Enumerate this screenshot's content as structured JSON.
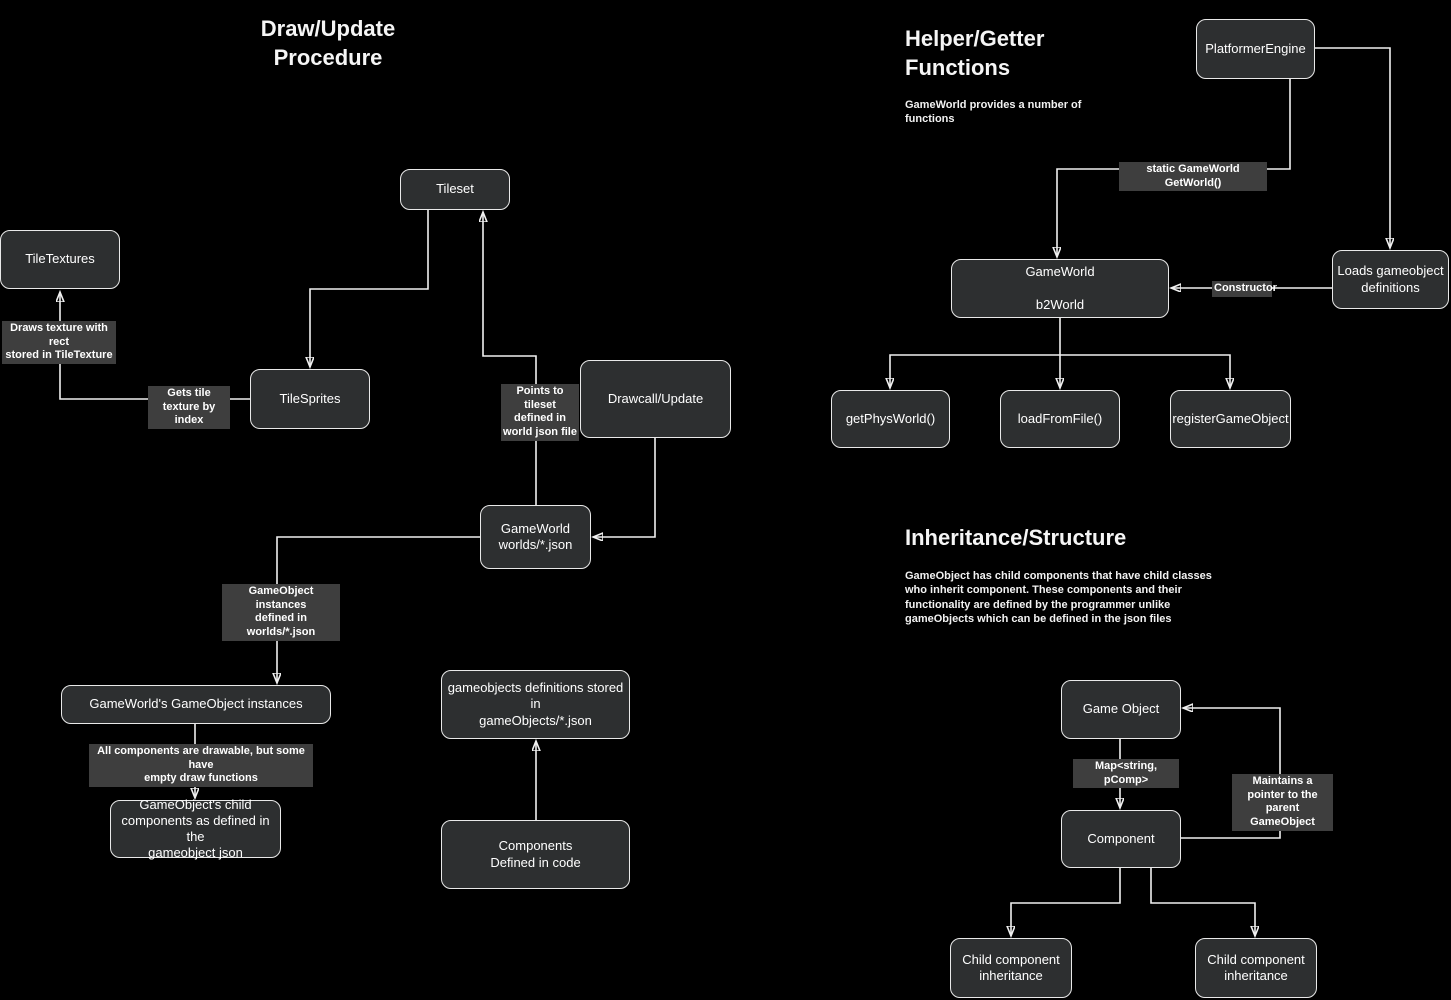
{
  "colors": {
    "background": "#000000",
    "node_fill": "#2d2f30",
    "node_border": "#e9e9e9",
    "connector": "#f0f0f0",
    "label_background": "#3e3e3e",
    "text": "#ffffff"
  },
  "sections": {
    "draw_update": {
      "title": "Draw/Update\nProcedure"
    },
    "helper": {
      "title": "Helper/Getter\nFunctions",
      "description": "GameWorld provides a number of\nfunctions"
    },
    "inheritance": {
      "title": "Inheritance/Structure",
      "description": "GameObject has child components that have child classes\nwho inherit component. These components and their\nfunctionality are defined by the programmer unlike\ngameObjects which can be defined in the json files"
    }
  },
  "nodes": {
    "tileset": {
      "label": "Tileset"
    },
    "tile_textures": {
      "label": "TileTextures"
    },
    "tile_sprites": {
      "label": "TileSprites"
    },
    "drawcall_update": {
      "label": "Drawcall/Update"
    },
    "gameworld_worlds": {
      "label": "GameWorld\nworlds/*.json"
    },
    "gameworld_instances": {
      "label": "GameWorld's GameObject instances"
    },
    "gameobjects_defs": {
      "label": "gameobjects definitions stored in\ngameObjects/*.json"
    },
    "gameobject_child": {
      "label": "GameObject's child\ncomponents as defined in the\ngameobject json"
    },
    "components_code": {
      "label": "Components\nDefined in code"
    },
    "platformer_engine": {
      "label": "PlatformerEngine"
    },
    "gameworld_b2world": {
      "label": "GameWorld\n\nb2World"
    },
    "loads_gameobject": {
      "label": "Loads gameobject\ndefinitions"
    },
    "get_phys_world": {
      "label": "getPhysWorld()"
    },
    "load_from_file": {
      "label": "loadFromFile()"
    },
    "register_game_object": {
      "label": "registerGameObject"
    },
    "game_object": {
      "label": "Game Object"
    },
    "component": {
      "label": "Component"
    },
    "child_inheritance_left": {
      "label": "Child component\ninheritance"
    },
    "child_inheritance_right": {
      "label": "Child component\ninheritance"
    }
  },
  "edge_labels": {
    "draws_texture": {
      "text": "Draws texture with rect\nstored in TileTexture"
    },
    "gets_tile": {
      "text": "Gets tile\ntexture by index"
    },
    "points_tileset": {
      "text": "Points to tileset\ndefined in\nworld json file"
    },
    "go_instances": {
      "text": "GameObject instances\ndefined in worlds/*.json"
    },
    "all_components": {
      "text": "All components are drawable, but some have\nempty draw functions"
    },
    "static_getworld": {
      "text": "static GameWorld GetWorld()"
    },
    "constructor": {
      "text": "Constructor"
    },
    "map_pcomp": {
      "text": "Map<string, pComp>"
    },
    "maintains_pointer": {
      "text": "Maintains a\npointer to the parent\nGameObject"
    }
  }
}
